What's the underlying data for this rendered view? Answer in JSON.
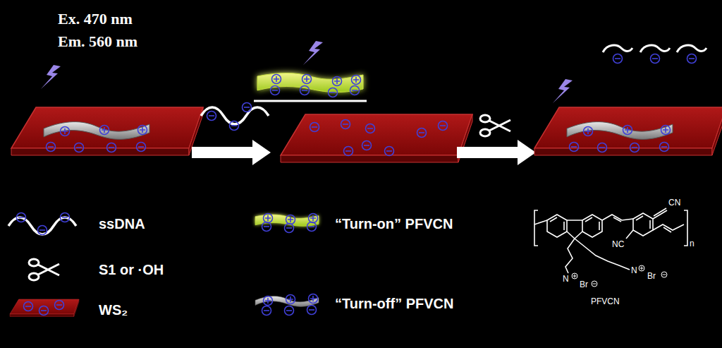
{
  "diagram": {
    "labels": [
      "Ex. 470 nm",
      "Em. 560 nm",
      "CN",
      "NC",
      "n",
      "N",
      "Br",
      "N",
      "Br",
      "PFVCN"
    ],
    "legend": [
      {
        "text": "ssDNA"
      },
      {
        "text": "S1 or ·OH"
      },
      {
        "text": "WS₂"
      },
      {
        "text": "“Turn-on” PFVCN"
      },
      {
        "text": "“Turn-off” PFVCN"
      }
    ]
  }
}
